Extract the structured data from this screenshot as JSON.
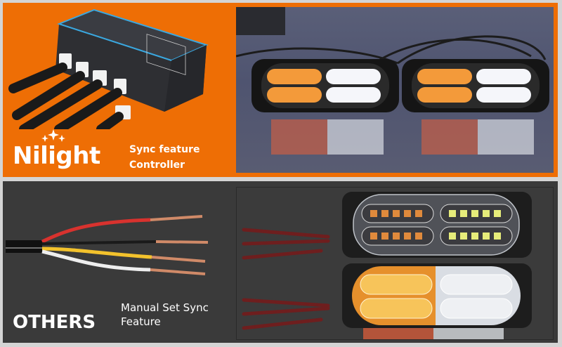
{
  "top_panel": {
    "brand": "Nilight",
    "caption_line1": "Sync feature",
    "caption_line2": "Controller",
    "background_color": "#ee6e05",
    "images": {
      "left": "sync-controller-box-with-cables",
      "right": "two-amber-white-led-strobe-lights-lit"
    }
  },
  "bottom_panel": {
    "brand": "OTHERS",
    "caption_line1": "Manual Set Sync",
    "caption_line2": "Feature",
    "background_color": "#3a3a3a",
    "images": {
      "left": "four-color-stripped-wire-cable",
      "right": "two-led-strobe-lights-with-wire-leads"
    }
  },
  "colors": {
    "page_border": "#d4d4d4",
    "accent_orange": "#ee6e05",
    "dark_panel": "#3a3a3a",
    "text": "#ffffff"
  }
}
